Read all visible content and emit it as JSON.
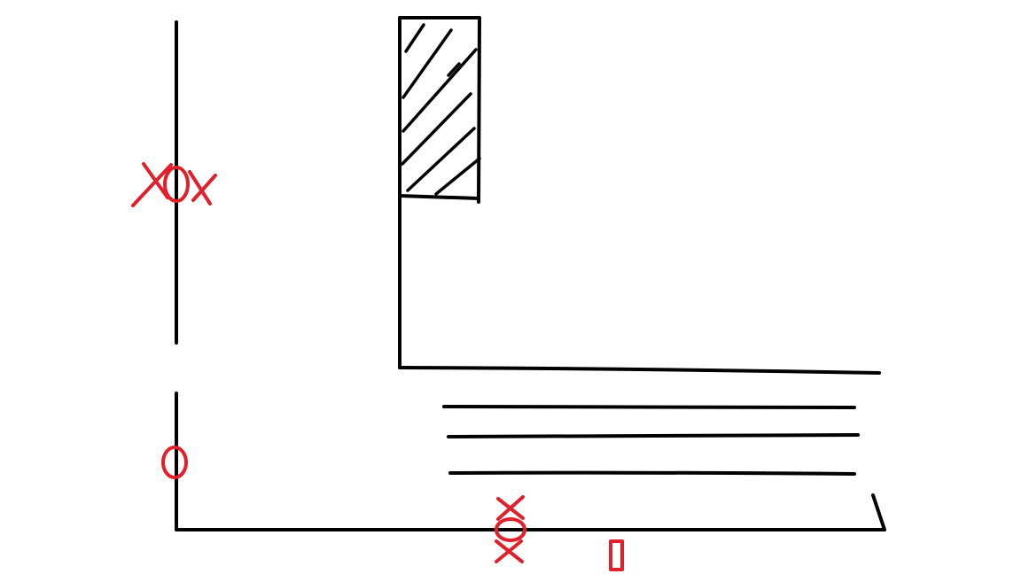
{
  "canvas": {
    "background": "#ffffff"
  },
  "colors": {
    "line": "#000000",
    "marker": "#e0202a"
  },
  "elements": {
    "left_wall_upper": {
      "kind": "wall",
      "color": "line"
    },
    "left_wall_lower": {
      "kind": "wall",
      "color": "line"
    },
    "bottom_wall": {
      "kind": "wall",
      "color": "line"
    },
    "bottom_right_tick": {
      "kind": "wall-end",
      "color": "line"
    },
    "inner_corner_vertical": {
      "kind": "wall",
      "color": "line"
    },
    "inner_corner_horizontal": {
      "kind": "wall",
      "color": "line"
    },
    "hatched_block": {
      "kind": "hatched-rectangle",
      "color": "line"
    },
    "parallel_lines": {
      "count": 3,
      "color": "line"
    }
  },
  "markers": [
    {
      "id": "left-upper-group",
      "symbols": [
        "x",
        "o",
        "x"
      ],
      "arrangement": "horizontal",
      "color": "marker"
    },
    {
      "id": "left-lower-o",
      "symbols": [
        "o"
      ],
      "color": "marker"
    },
    {
      "id": "bottom-group",
      "symbols": [
        "x",
        "o",
        "x"
      ],
      "arrangement": "vertical",
      "color": "marker"
    },
    {
      "id": "bottom-rect",
      "symbols": [
        "rectangle"
      ],
      "color": "marker"
    }
  ]
}
